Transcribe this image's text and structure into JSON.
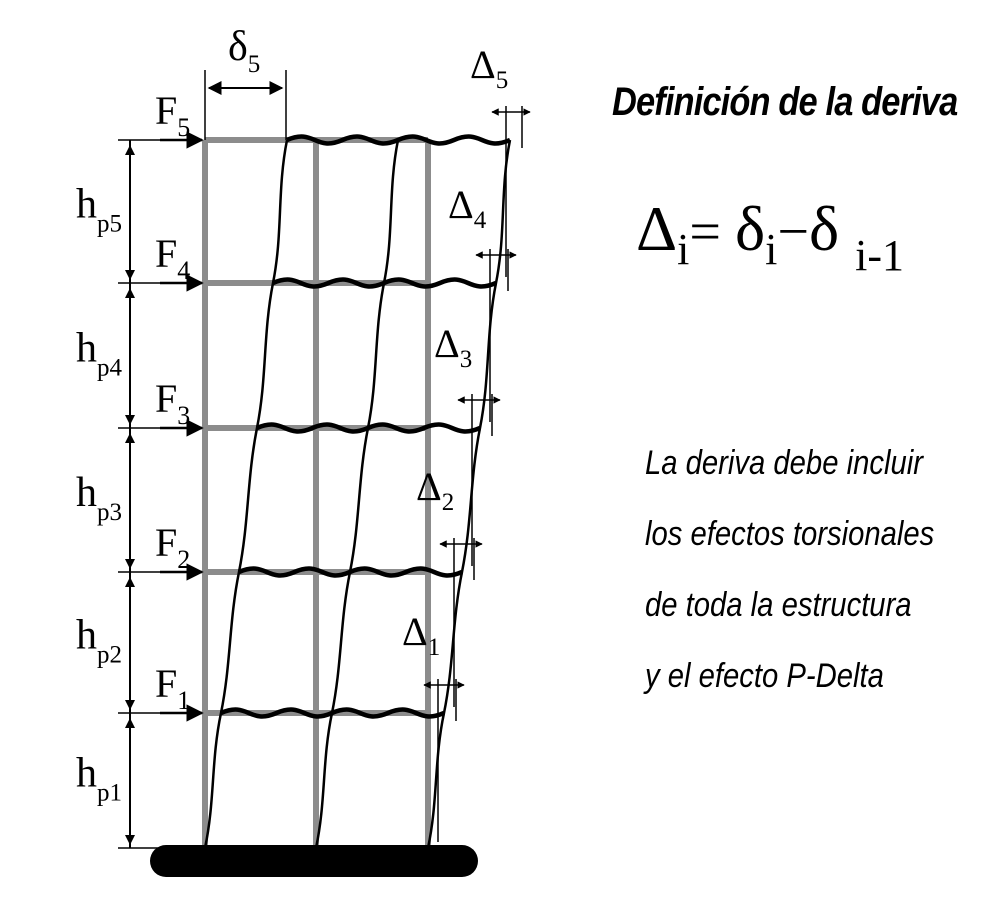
{
  "title": "Definición de la deriva",
  "formula": {
    "lhs": "Δ",
    "lhs_sub": "i",
    "eq": "=",
    "t1": "δ",
    "t1_sub": "i",
    "minus": "−",
    "t2": "δ",
    "t2_sub": "i-1"
  },
  "note_lines": [
    "La deriva debe incluir",
    "los efectos torsionales",
    "de toda la estructura",
    "y el efecto P-Delta"
  ],
  "diagram": {
    "floors": 5,
    "force_labels": [
      "F1",
      "F2",
      "F3",
      "F4",
      "F5"
    ],
    "height_labels": [
      "hp1",
      "hp2",
      "hp3",
      "hp4",
      "hp5"
    ],
    "drift_labels": [
      "Δ1",
      "Δ2",
      "Δ3",
      "Δ4",
      "Δ5"
    ],
    "displacement_label": "δ5",
    "symbols": {
      "force": "F",
      "height": "h",
      "height_sub": "p",
      "drift": "Δ",
      "displacement": "δ"
    }
  }
}
